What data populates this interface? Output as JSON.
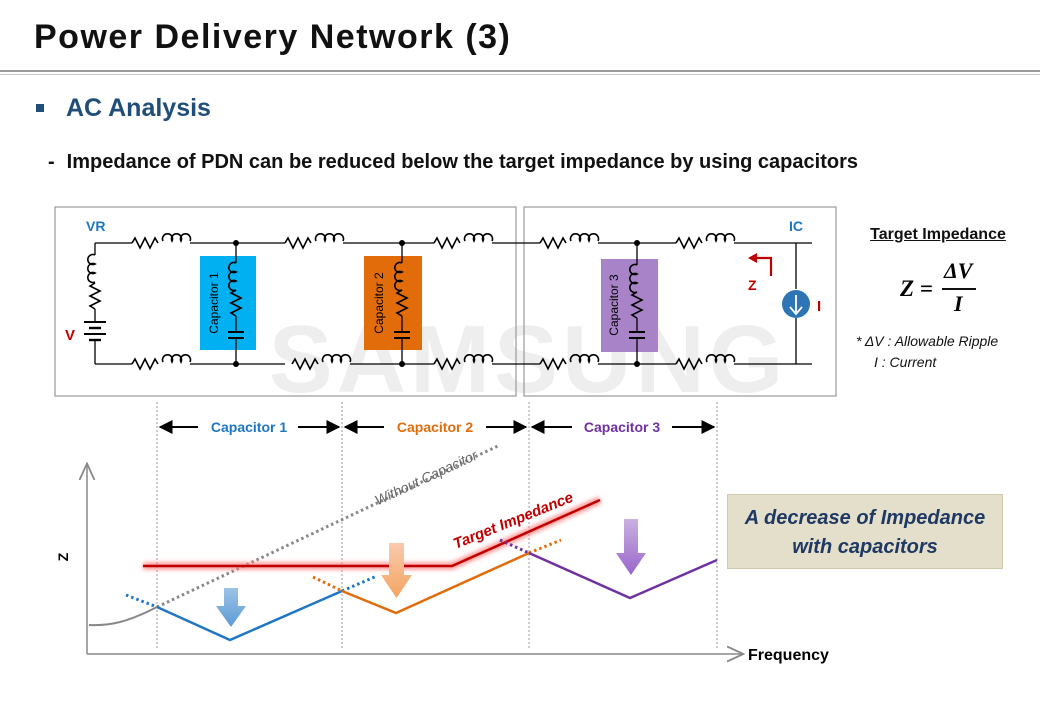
{
  "slide": {
    "title": "Power Delivery Network (3)",
    "section": "AC Analysis",
    "subtitle_dash": "-",
    "subtitle": "Impedance of PDN can be reduced below the target impedance by using capacitors"
  },
  "circuit": {
    "vr_label": "VR",
    "v_label": "V",
    "ic_label": "IC",
    "z_label": "Z",
    "i_label": "I",
    "watermark": "SAMSUNG",
    "capacitors": [
      {
        "label": "Capacitor 1",
        "color": "#00b0f0"
      },
      {
        "label": "Capacitor 2",
        "color": "#e36c0a"
      },
      {
        "label": "Capacitor 3",
        "color": "#a983c8"
      }
    ]
  },
  "formula": {
    "heading": "Target Impedance",
    "lhs": "Z =",
    "numerator": "ΔV",
    "denominator": "I",
    "note_line1": "* ΔV : Allowable Ripple",
    "note_line2": "I   : Current"
  },
  "chart": {
    "ylabel": "Z",
    "xlabel": "Frequency",
    "without_cap_label": "Without Capacitor",
    "target_label": "Target Impedance",
    "ranges": [
      {
        "label": "Capacitor 1",
        "color": "#1f77c4"
      },
      {
        "label": "Capacitor 2",
        "color": "#e36c0a"
      },
      {
        "label": "Capacitor 3",
        "color": "#7030a0"
      }
    ]
  },
  "callout": {
    "line1": "A decrease of Impedance",
    "line2": "with capacitors"
  },
  "colors": {
    "title_blue": "#1f4e79",
    "label_blue": "#1f77c4",
    "red": "#c00000",
    "target_red": "#c00000"
  }
}
